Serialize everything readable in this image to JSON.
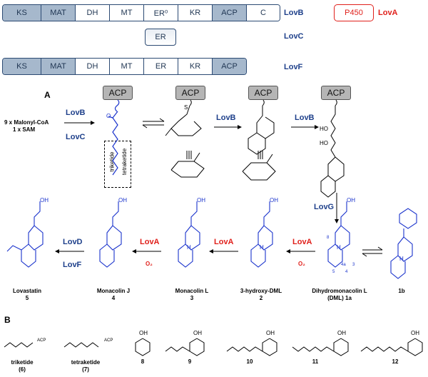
{
  "lovB": {
    "domains": [
      "KS",
      "MAT",
      "DH",
      "MT",
      "ER⁰",
      "KR",
      "ACP",
      "C"
    ],
    "label": "LovB"
  },
  "lovA_box": {
    "text": "P450",
    "label": "LovA"
  },
  "lovC": {
    "domain": "ER",
    "label": "LovC"
  },
  "lovF": {
    "domains": [
      "KS",
      "MAT",
      "DH",
      "MT",
      "ER",
      "KR",
      "ACP"
    ],
    "label": "LovF"
  },
  "sectionA": "A",
  "sectionB": "B",
  "substrates": {
    "line1": "9 x Malonyl-CoA",
    "line2": "1 x SAM"
  },
  "acp_label": "ACP",
  "enzymes": {
    "lovB": "LovB",
    "lovC": "LovC",
    "lovG": "LovG",
    "lovA": "LovA",
    "lovD": "LovD",
    "lovF": "LovF",
    "o2": "O₂"
  },
  "brackets": {
    "triketide": "triketide",
    "tetraketide": "tetraketide"
  },
  "compounds": [
    {
      "name": "Lovastatin",
      "id": "5"
    },
    {
      "name": "Monacolin J",
      "id": "4"
    },
    {
      "name": "Monacolin L",
      "id": "3"
    },
    {
      "name": "3-hydroxy-DML",
      "id": "2"
    },
    {
      "name": "Dihydromonacolin L",
      "id": "(DML) 1a"
    },
    {
      "name": "",
      "id": "1b"
    }
  ],
  "ring_numbers": [
    "8",
    "5",
    "4a",
    "4",
    "3"
  ],
  "sectionB_items": [
    {
      "name": "triketide",
      "id": "(6)"
    },
    {
      "name": "tetraketide",
      "id": "(7)"
    },
    {
      "name": "",
      "id": "8"
    },
    {
      "name": "",
      "id": "9"
    },
    {
      "name": "",
      "id": "10"
    },
    {
      "name": "",
      "id": "11"
    },
    {
      "name": "",
      "id": "12"
    }
  ],
  "atoms": {
    "oh": "OH",
    "ho": "HO",
    "o": "O",
    "s": "S",
    "h": "H",
    "acp_small": "ACP"
  },
  "colors": {
    "domain_gray": "#a6b8cc",
    "domain_border": "#2c4a73",
    "blue": "#1d3f8a",
    "red": "#e0201b",
    "struct_blue": "#1a33cc"
  }
}
